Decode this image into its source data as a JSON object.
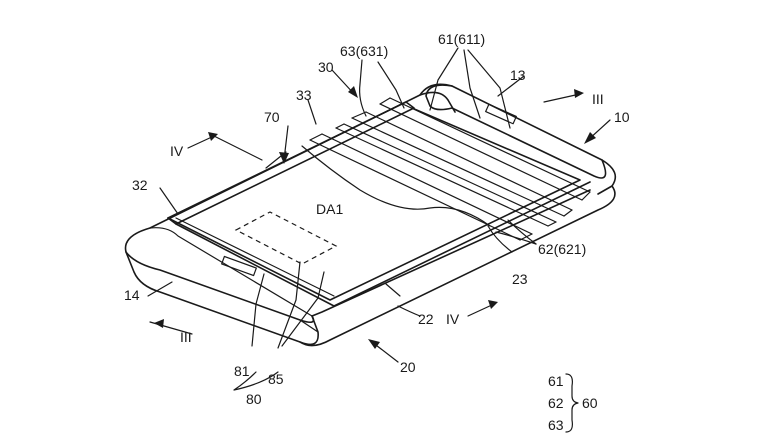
{
  "diagram": {
    "labels": {
      "ref_10": "10",
      "ref_13": "13",
      "ref_14": "14",
      "ref_20": "20",
      "ref_22": "22",
      "ref_23": "23",
      "ref_30": "30",
      "ref_32": "32",
      "ref_33": "33",
      "ref_61_611": "61(611)",
      "ref_62_621": "62(621)",
      "ref_63_631": "63(631)",
      "ref_70": "70",
      "ref_80": "80",
      "ref_81": "81",
      "ref_85": "85",
      "display_area": "DA1",
      "section_iii_top": "III",
      "section_iii_bottom": "III",
      "section_iv_top": "IV",
      "section_iv_bottom": "IV"
    },
    "legend": {
      "item_1": "61",
      "item_2": "62",
      "item_3": "63",
      "group": "60"
    }
  }
}
